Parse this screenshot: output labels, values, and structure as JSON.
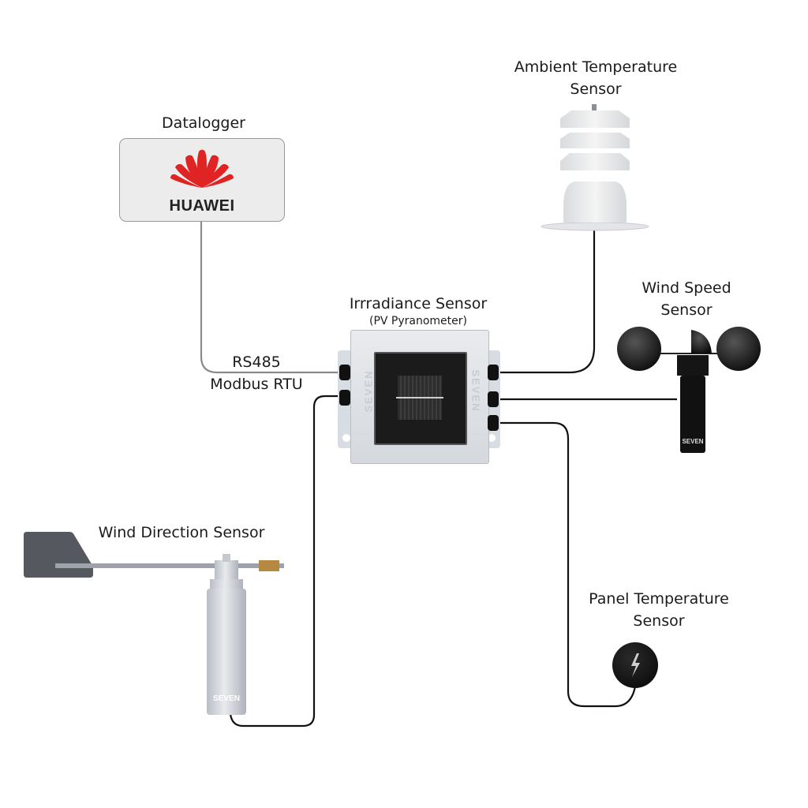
{
  "title": "Weather station sensor wiring diagram",
  "nodes": {
    "datalogger": {
      "label": "Datalogger",
      "brand": "HUAWEI",
      "brand_color": "#e02020"
    },
    "irradiance": {
      "label": "Irrradiance Sensor",
      "sublabel": "(PV Pyranometer)",
      "side_brand": "SEVEN"
    },
    "ambient_temp": {
      "label_line1": "Ambient Temperature",
      "label_line2": "Sensor"
    },
    "wind_speed": {
      "label_line1": "Wind Speed",
      "label_line2": "Sensor",
      "brand": "SEVEN"
    },
    "wind_direction": {
      "label": "Wind Direction Sensor",
      "brand": "SEVEN"
    },
    "panel_temp": {
      "label_line1": "Panel Temperature",
      "label_line2": "Sensor"
    }
  },
  "connections": [
    {
      "from": "datalogger",
      "to": "irradiance",
      "label_line1": "RS485",
      "label_line2": "Modbus RTU",
      "color": "#8a8a8a"
    },
    {
      "from": "irradiance",
      "to": "ambient_temp",
      "color": "#111111"
    },
    {
      "from": "irradiance",
      "to": "wind_speed",
      "color": "#111111"
    },
    {
      "from": "irradiance",
      "to": "panel_temp",
      "color": "#111111"
    },
    {
      "from": "irradiance",
      "to": "wind_direction",
      "color": "#111111"
    }
  ]
}
